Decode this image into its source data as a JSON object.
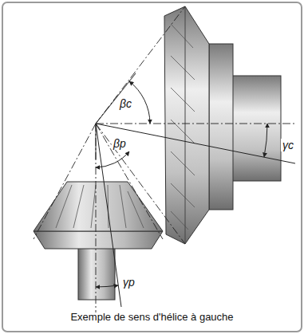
{
  "diagram": {
    "caption": "Exemple de sens d'hélice à gauche",
    "labels": [
      "βc",
      "γc",
      "βp",
      "γp"
    ]
  }
}
